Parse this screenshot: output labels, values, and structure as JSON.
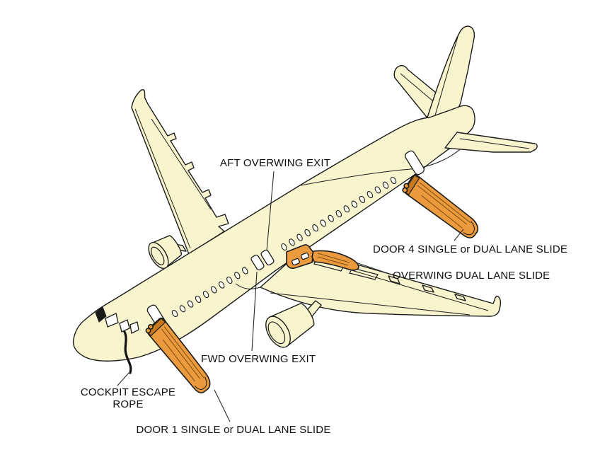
{
  "diagram": {
    "background": "#FFFFFF",
    "labels": {
      "aft_overwing_exit": "AFT OVERWING EXIT",
      "door4_slide": "DOOR 4 SINGLE or DUAL LANE SLIDE",
      "overwing_slide": "OVERWING DUAL LANE SLIDE",
      "fwd_overwing_exit": "FWD OVERWING EXIT",
      "cockpit_escape_line1": "COCKPIT ESCAPE",
      "cockpit_escape_line2": "ROPE",
      "door1_slide": "DOOR 1 SINGLE or DUAL LANE SLIDE"
    },
    "colors": {
      "airframe": "#F8F4CE",
      "outline": "#1C1C1C",
      "slide": "#EC9A3E",
      "slide_dark": "#C8781D",
      "opening": "#FFFFFF",
      "text": "#0F0F0F"
    }
  }
}
